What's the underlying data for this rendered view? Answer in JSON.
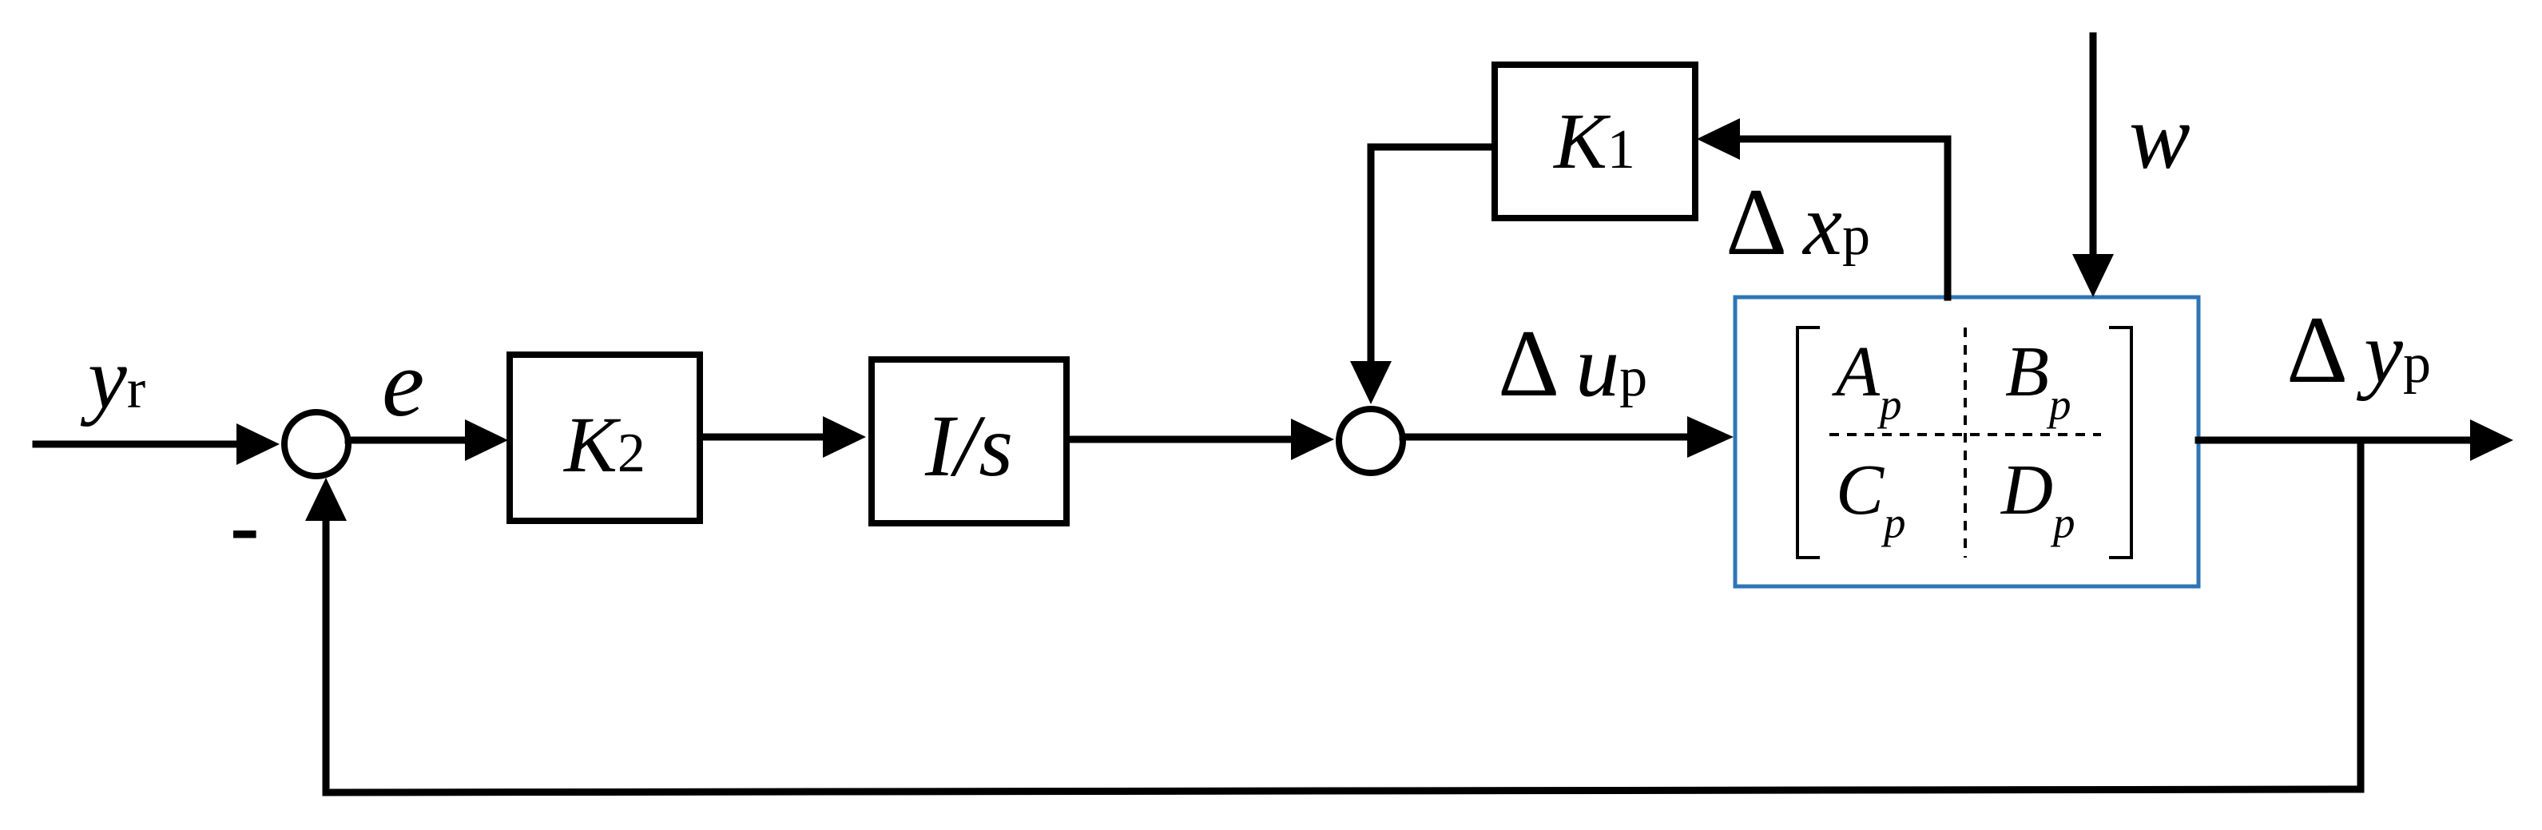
{
  "signals": {
    "reference": {
      "main": "y",
      "sub": "r"
    },
    "error": "e",
    "minus_sign": "-",
    "control_delta": {
      "delta": "Δ",
      "main": "u",
      "sub": "p"
    },
    "state_delta": {
      "delta": "Δ",
      "main": "x",
      "sub": "p"
    },
    "output_delta": {
      "delta": "Δ",
      "main": "y",
      "sub": "p"
    },
    "disturbance": "w"
  },
  "blocks": {
    "gain2": {
      "main": "K",
      "sub": "2"
    },
    "integrator": {
      "main": "I/s"
    },
    "gain1": {
      "main": "K",
      "sub": "1"
    },
    "plant": {
      "a": {
        "main": "A",
        "sub": "p"
      },
      "b": {
        "main": "B",
        "sub": "p"
      },
      "c": {
        "main": "C",
        "sub": "p"
      },
      "d": {
        "main": "D",
        "sub": "p"
      }
    }
  },
  "colors": {
    "line": "#000000",
    "plant_border": "#2e75b6"
  }
}
